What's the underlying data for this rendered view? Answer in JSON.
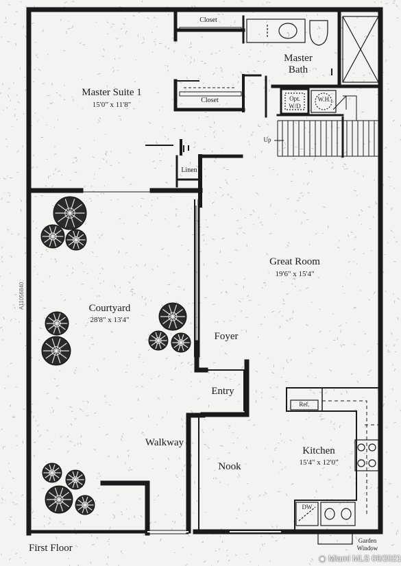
{
  "rooms": {
    "master_suite": {
      "name": "Master Suite 1",
      "dim": "15'0\" x 11'8\""
    },
    "master_bath": {
      "line1": "Master",
      "line2": "Bath"
    },
    "great_room": {
      "name": "Great Room",
      "dim": "19'6\" x 15'4\""
    },
    "courtyard": {
      "name": "Courtyard",
      "dim": "28'8\" x 13'4\""
    },
    "foyer": "Foyer",
    "entry": "Entry",
    "walkway": "Walkway",
    "nook": "Nook",
    "kitchen": {
      "name": "Kitchen",
      "dim": "15'4\" x 12'0\""
    }
  },
  "fixtures": {
    "closet_top": "Closet",
    "closet_mid": "Closet",
    "linen": "Linen",
    "washer_dryer": {
      "line1": "Opt.",
      "line2": "W/D"
    },
    "water_heater": "W.H.",
    "stairs_up": "Up",
    "refrigerator": "Ref.",
    "dishwasher": "DW",
    "garden_window": {
      "line1": "Garden",
      "line2": "Window"
    }
  },
  "floor_label": "First Floor",
  "watermark": {
    "listing_id": "A11056840",
    "source": "Miami MLS",
    "date": "06/2021"
  }
}
